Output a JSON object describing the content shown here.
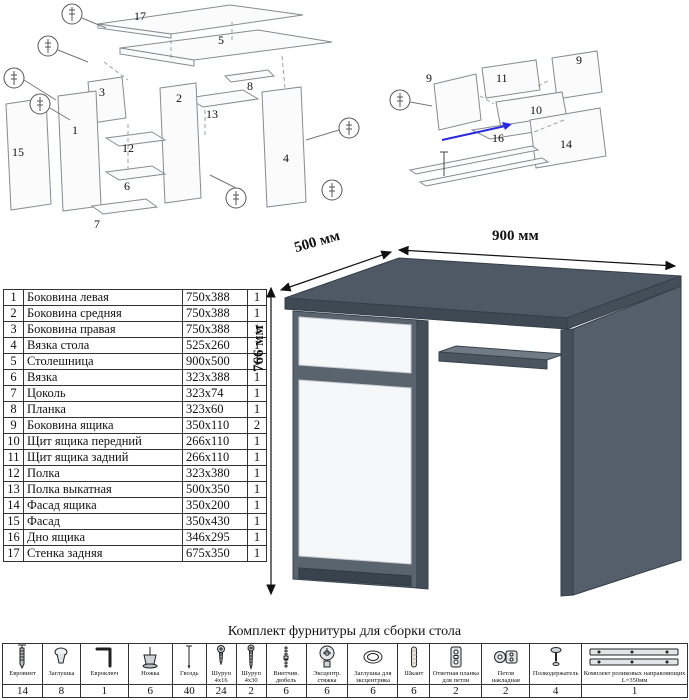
{
  "dimensions": {
    "width": "900 мм",
    "depth": "500 мм",
    "height": "766 мм"
  },
  "parts_table": {
    "rows": [
      {
        "num": "1",
        "name": "Боковина левая",
        "size": "750x388",
        "qty": "1"
      },
      {
        "num": "2",
        "name": "Боковина средняя",
        "size": "750x388",
        "qty": "1"
      },
      {
        "num": "3",
        "name": "Боковина правая",
        "size": "750x388",
        "qty": "1"
      },
      {
        "num": "4",
        "name": "Вязка стола",
        "size": "525x260",
        "qty": "1"
      },
      {
        "num": "5",
        "name": "Столешница",
        "size": "900x500",
        "qty": "1"
      },
      {
        "num": "6",
        "name": "Вязка",
        "size": "323x388",
        "qty": "1"
      },
      {
        "num": "7",
        "name": "Цоколь",
        "size": "323x74",
        "qty": "1"
      },
      {
        "num": "8",
        "name": "Планка",
        "size": "323x60",
        "qty": "1"
      },
      {
        "num": "9",
        "name": "Боковина ящика",
        "size": "350x110",
        "qty": "2"
      },
      {
        "num": "10",
        "name": "Щит ящика передний",
        "size": "266x110",
        "qty": "1"
      },
      {
        "num": "11",
        "name": "Щит ящика задний",
        "size": "266x110",
        "qty": "1"
      },
      {
        "num": "12",
        "name": "Полка",
        "size": "323x380",
        "qty": "1"
      },
      {
        "num": "13",
        "name": "Полка выкатная",
        "size": "500x350",
        "qty": "1"
      },
      {
        "num": "14",
        "name": "Фасад ящика",
        "size": "350x200",
        "qty": "1"
      },
      {
        "num": "15",
        "name": "Фасад",
        "size": "350x430",
        "qty": "1"
      },
      {
        "num": "16",
        "name": "Дно ящика",
        "size": "346x295",
        "qty": "1"
      },
      {
        "num": "17",
        "name": "Стенка задняя",
        "size": "675x350",
        "qty": "1"
      }
    ]
  },
  "hardware": {
    "title": "Комплект фурнитуры для сборки стола",
    "items": [
      {
        "name": "Евровинт",
        "qty": "14"
      },
      {
        "name": "Заглушка",
        "qty": "8"
      },
      {
        "name": "Евроключ",
        "qty": "1"
      },
      {
        "name": "Ножка",
        "qty": "6"
      },
      {
        "name": "Гвоздь",
        "qty": "40"
      },
      {
        "name": "Шуруп 4x16",
        "qty": "24"
      },
      {
        "name": "Шуруп 4x30",
        "qty": "2"
      },
      {
        "name": "Винтчив. дюбель",
        "qty": "6"
      },
      {
        "name": "Эксцентр. стяжка",
        "qty": "6"
      },
      {
        "name": "Заглушка для эксцентрика",
        "qty": "6"
      },
      {
        "name": "Шкант",
        "qty": "6"
      },
      {
        "name": "Ответная планка для петли",
        "qty": "2"
      },
      {
        "name": "Петля накладная",
        "qty": "2"
      },
      {
        "name": "Полкодержатель",
        "qty": "4"
      },
      {
        "name": "Комплект роликовых направляющих L=350мм",
        "qty": "1"
      }
    ]
  },
  "diagram_left": {
    "callouts": [
      "17",
      "5",
      "3",
      "8",
      "13",
      "12",
      "15",
      "2",
      "1",
      "6",
      "7",
      "4"
    ]
  },
  "diagram_right": {
    "callouts": [
      "11",
      "9",
      "9",
      "10",
      "16",
      "14"
    ]
  }
}
